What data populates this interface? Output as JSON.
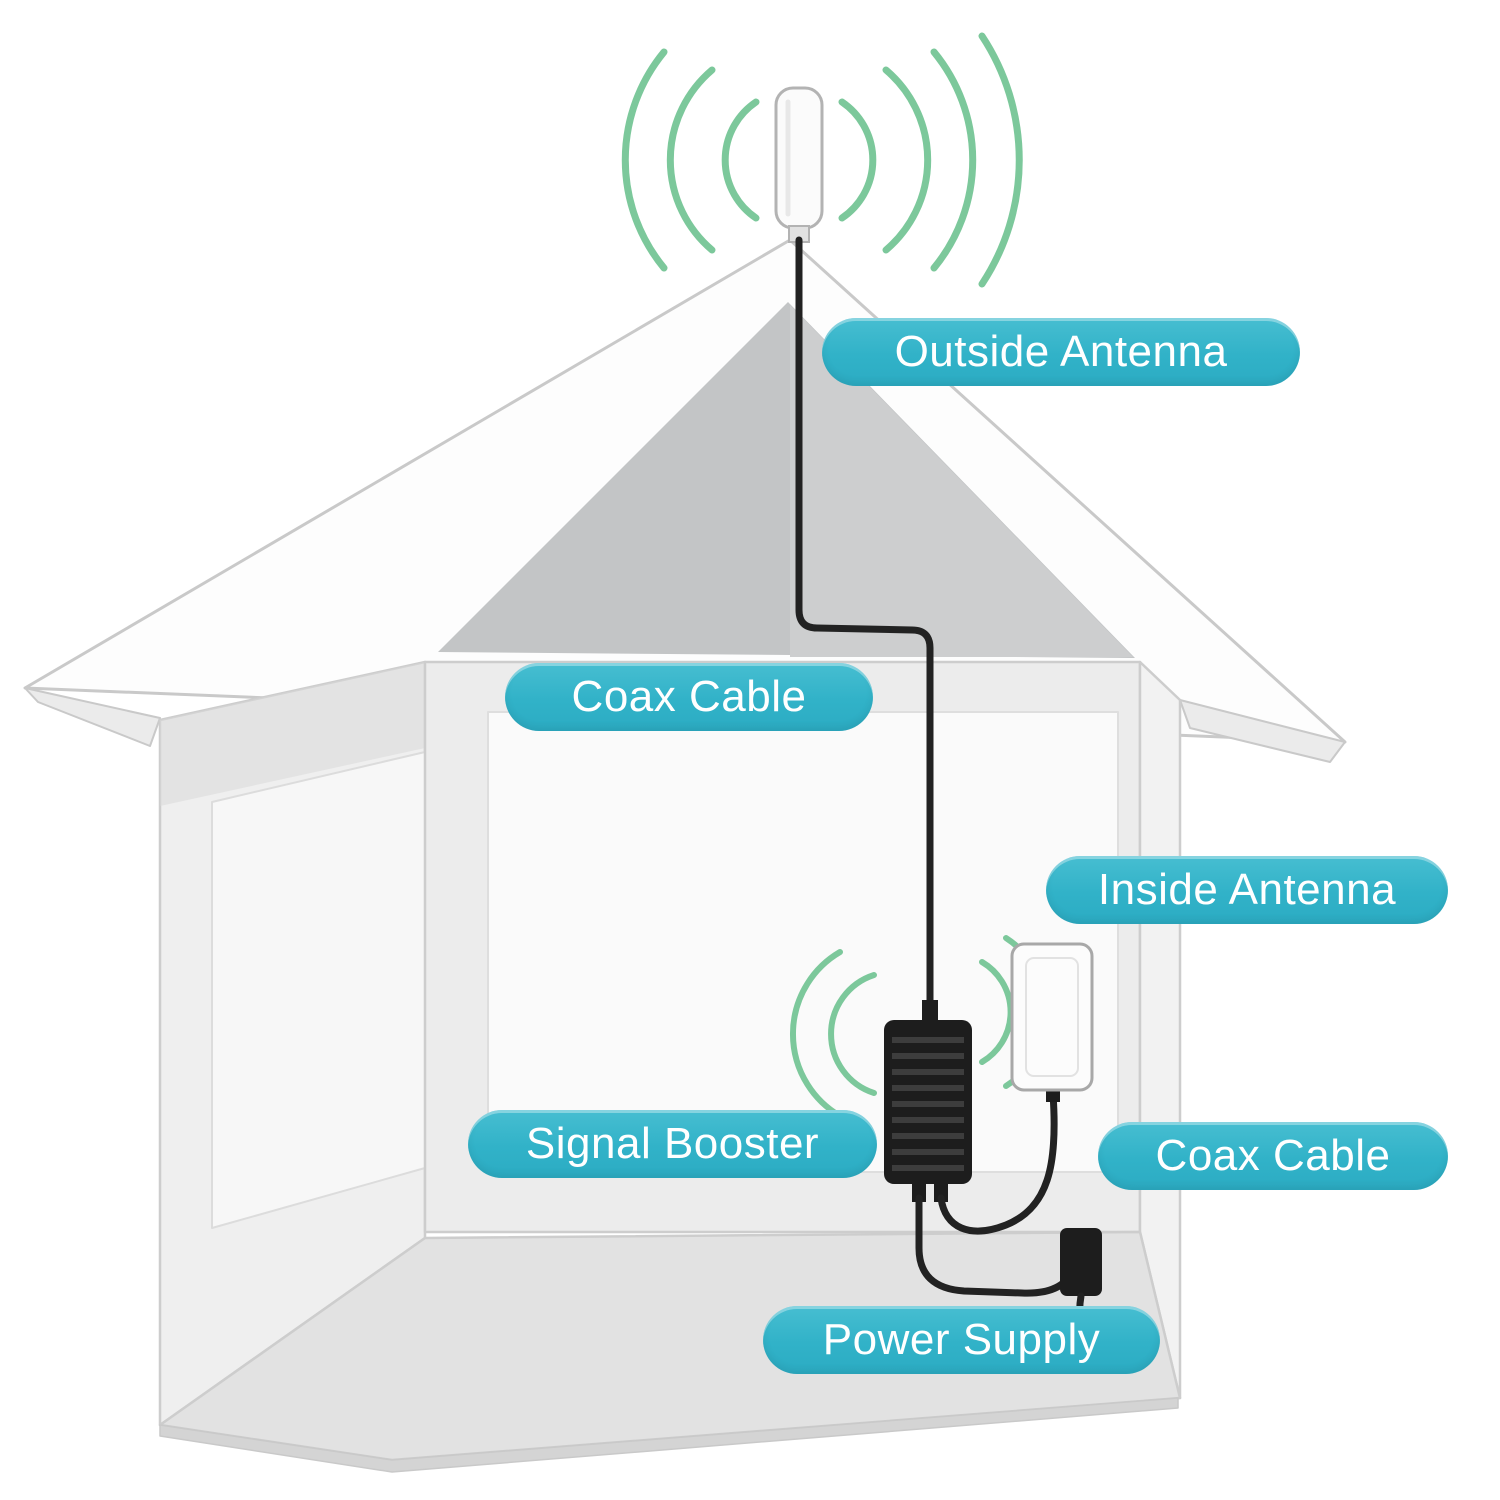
{
  "labels": {
    "outside_antenna": "Outside Antenna",
    "coax_cable_top": "Coax Cable",
    "inside_antenna": "Inside Antenna",
    "signal_booster": "Signal Booster",
    "coax_cable_bottom": "Coax Cable",
    "power_supply": "Power Supply"
  },
  "colors": {
    "label_background": "#31b2c8",
    "label_text": "#ffffff",
    "signal_wave_green": "#7cc89b",
    "cable_black": "#222222",
    "device_black": "#1d1d1d",
    "house_line": "#c9c9c9",
    "roof_shadow": "#c5c7c8",
    "background": "#ffffff"
  }
}
